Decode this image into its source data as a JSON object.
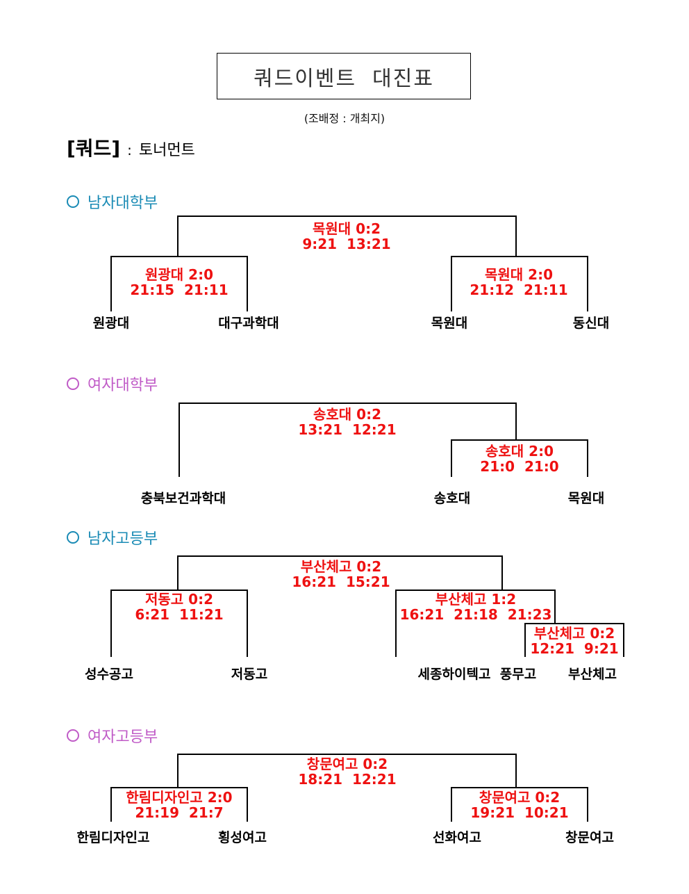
{
  "title": "쿼드이벤트  대진표",
  "subtitle": "(조배정 : 개최지)",
  "section": {
    "name": "[쿼드]",
    "sep": ":",
    "desc": "토너먼트"
  },
  "divisions": [
    {
      "title": "남자대학부",
      "color": "#1a8bb5",
      "scores": [
        {
          "line1": "목원대 0:2",
          "line2": "9:21  13:21"
        },
        {
          "line1": "원광대 2:0",
          "line2": "21:15  21:11"
        },
        {
          "line1": "목원대 2:0",
          "line2": "21:12  21:11"
        }
      ],
      "teams": [
        "원광대",
        "대구과학대",
        "목원대",
        "동신대"
      ]
    },
    {
      "title": "여자대학부",
      "color": "#c05bc7",
      "scores": [
        {
          "line1": "송호대 0:2",
          "line2": "13:21  12:21"
        },
        {
          "line1": "송호대 2:0",
          "line2": "21:0  21:0"
        }
      ],
      "teams": [
        "충북보건과학대",
        "송호대",
        "목원대"
      ]
    },
    {
      "title": "남자고등부",
      "color": "#1a8bb5",
      "scores": [
        {
          "line1": "부산체고 0:2",
          "line2": "16:21  15:21"
        },
        {
          "line1": "저동고 0:2",
          "line2": "6:21  11:21"
        },
        {
          "line1": "부산체고 1:2",
          "line2": "16:21  21:18  21:23"
        },
        {
          "line1": "부산체고 0:2",
          "line2": "12:21  9:21"
        }
      ],
      "teams": [
        "성수공고",
        "저동고",
        "세종하이텍고",
        "풍무고",
        "부산체고"
      ]
    },
    {
      "title": "여자고등부",
      "color": "#c05bc7",
      "scores": [
        {
          "line1": "창문여고 0:2",
          "line2": "18:21  12:21"
        },
        {
          "line1": "한림디자인고 2:0",
          "line2": "21:19  21:7"
        },
        {
          "line1": "창문여고 0:2",
          "line2": "19:21  10:21"
        }
      ],
      "teams": [
        "한림디자인고",
        "횡성여고",
        "선화여고",
        "창문여고"
      ]
    }
  ]
}
